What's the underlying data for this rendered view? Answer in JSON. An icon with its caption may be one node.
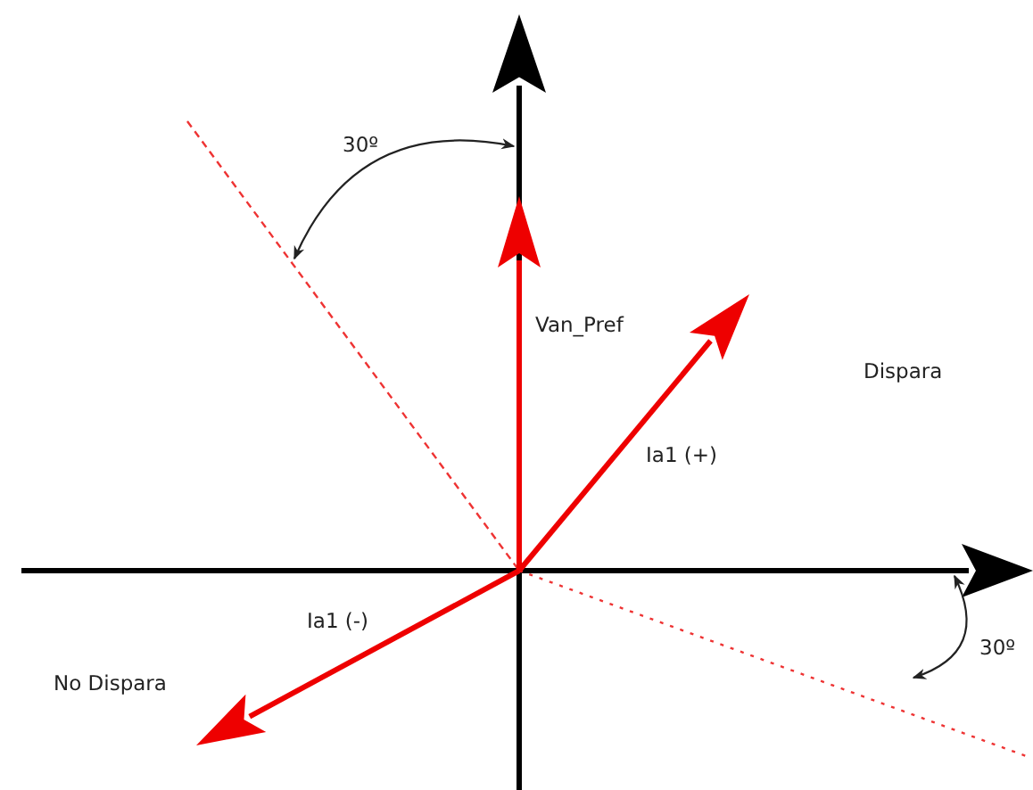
{
  "diagram": {
    "labels": [
      "30º",
      "Van_Pref",
      "Dispara",
      "Ia1 (+)",
      "Ia1 (-)",
      "No Dispara",
      "30º"
    ]
  }
}
